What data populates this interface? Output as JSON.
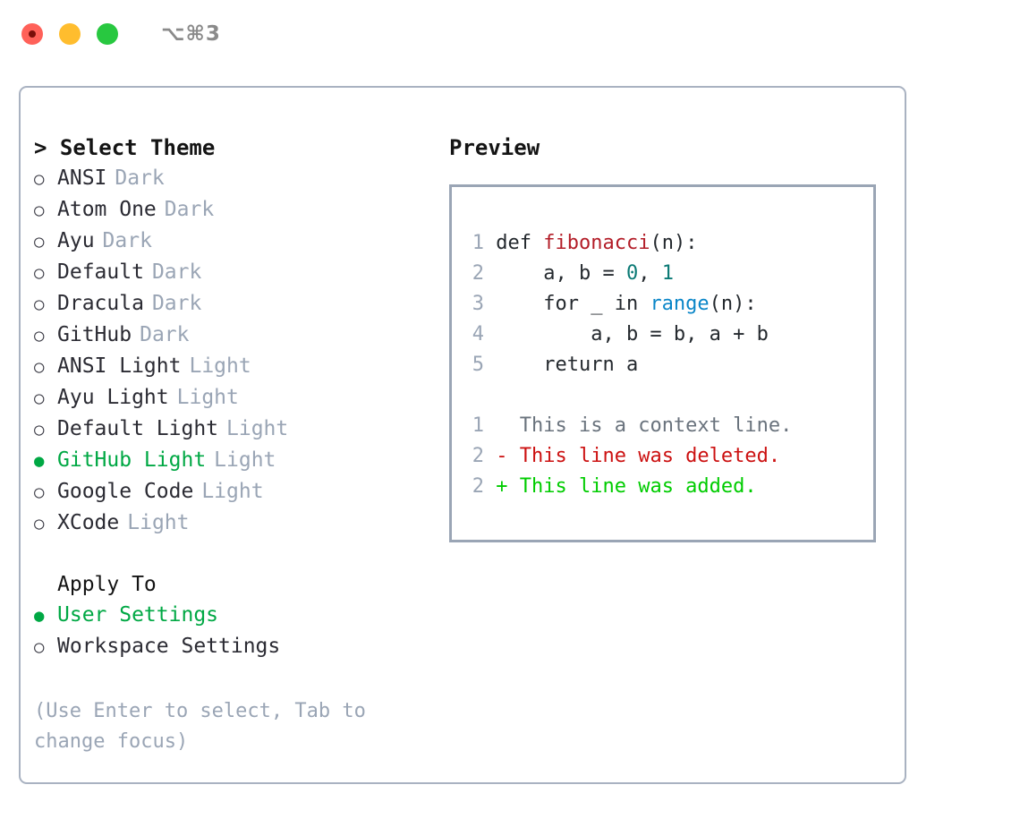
{
  "titlebar": {
    "shortcut": "⌥⌘3",
    "lights": [
      {
        "name": "close",
        "color": "#ff6159"
      },
      {
        "name": "minimize",
        "color": "#ffbd2e"
      },
      {
        "name": "zoom",
        "color": "#28c840"
      }
    ]
  },
  "theme_picker": {
    "caret": "> ",
    "heading": "Select Theme",
    "bullet_selected": "●",
    "bullet_unselected": "○",
    "items": [
      {
        "label": "ANSI",
        "tag": "Dark",
        "selected": false
      },
      {
        "label": "Atom One",
        "tag": "Dark",
        "selected": false
      },
      {
        "label": "Ayu",
        "tag": "Dark",
        "selected": false
      },
      {
        "label": "Default",
        "tag": "Dark",
        "selected": false
      },
      {
        "label": "Dracula",
        "tag": "Dark",
        "selected": false
      },
      {
        "label": "GitHub",
        "tag": "Dark",
        "selected": false
      },
      {
        "label": "ANSI Light",
        "tag": "Light",
        "selected": false
      },
      {
        "label": "Ayu Light",
        "tag": "Light",
        "selected": false
      },
      {
        "label": "Default Light",
        "tag": "Light",
        "selected": false
      },
      {
        "label": "GitHub Light",
        "tag": "Light",
        "selected": true
      },
      {
        "label": "Google Code",
        "tag": "Light",
        "selected": false
      },
      {
        "label": "XCode",
        "tag": "Light",
        "selected": false
      }
    ]
  },
  "apply_to": {
    "heading": "Apply To",
    "items": [
      {
        "label": "User Settings",
        "selected": true
      },
      {
        "label": "Workspace Settings",
        "selected": false
      }
    ]
  },
  "hint": "(Use Enter to select, Tab to change focus)",
  "preview": {
    "title": "Preview",
    "code": [
      {
        "lineno": "1",
        "parts": [
          {
            "text": "def ",
            "type": "plain"
          },
          {
            "text": "fibonacci",
            "type": "fn"
          },
          {
            "text": "(n):",
            "type": "plain"
          }
        ]
      },
      {
        "lineno": "2",
        "parts": [
          {
            "text": "    a, b = ",
            "type": "plain"
          },
          {
            "text": "0",
            "type": "num"
          },
          {
            "text": ", ",
            "type": "plain"
          },
          {
            "text": "1",
            "type": "num"
          }
        ]
      },
      {
        "lineno": "3",
        "parts": [
          {
            "text": "    for _ in ",
            "type": "plain"
          },
          {
            "text": "range",
            "type": "builtin"
          },
          {
            "text": "(n):",
            "type": "plain"
          }
        ]
      },
      {
        "lineno": "4",
        "parts": [
          {
            "text": "        a, b = b, a + b",
            "type": "plain"
          }
        ]
      },
      {
        "lineno": "5",
        "parts": [
          {
            "text": "    return a",
            "type": "plain"
          }
        ]
      }
    ],
    "diff": [
      {
        "lineno": "1",
        "marker": "  ",
        "text": "This is a context line.",
        "kind": "ctx"
      },
      {
        "lineno": "2",
        "marker": "- ",
        "text": "This line was deleted.",
        "kind": "del"
      },
      {
        "lineno": "2",
        "marker": "+ ",
        "text": "This line was added.",
        "kind": "add"
      }
    ]
  },
  "colors": {
    "accent_green": "#00a844",
    "tag_muted": "#9aa5b5",
    "border": "#a9b2c1",
    "diff_add": "#00cc00",
    "diff_del": "#cc1111",
    "code_fn": "#b31d28",
    "code_num": "#0b7a75",
    "code_builtin": "#0a86c8"
  }
}
